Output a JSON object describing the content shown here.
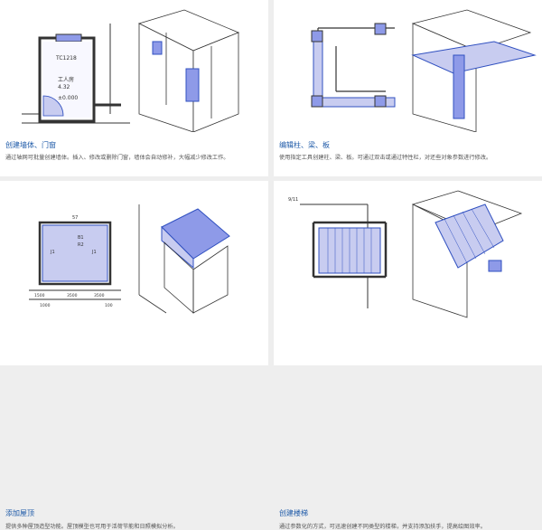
{
  "cards": [
    {
      "title": "创建墙体、门窗",
      "desc": "通过轴网可批量创建墙体。插入、修改或删除门窗，墙体会自动修补，大幅减少修改工作。",
      "plan_labels": {
        "code": "TC1218",
        "room": "工人房",
        "area": "4.32",
        "elev": "±0.000"
      }
    },
    {
      "title": "编辑柱、梁、板",
      "desc": "使用指定工具创建柱、梁、板。可通过双击或通过特性栏，对还些对象参数进行修改。"
    },
    {
      "title": "添加屋顶",
      "desc": "提供多种屋顶造型功能。屋顶模型也可用于活荷节能和日照模拟分析。",
      "plan_labels": {
        "top": "57",
        "l1": "J1",
        "l2": "J1",
        "center1": "B1",
        "center2": "R2",
        "dim1": "1500",
        "dim2": "3500",
        "dim3": "3500",
        "dim4": "1000",
        "dim5": "100"
      }
    },
    {
      "title": "创建楼梯",
      "desc": "通过参数化的方式，可迅速创建不同类型的楼梯，并支持添加扶手，提高绘图效率。",
      "plan_labels": {
        "top": "9/11"
      }
    }
  ],
  "colors": {
    "accent": "#1e5aa8",
    "fill": "#c8ccf0",
    "line": "#333333",
    "bg": "#eeeeee"
  }
}
